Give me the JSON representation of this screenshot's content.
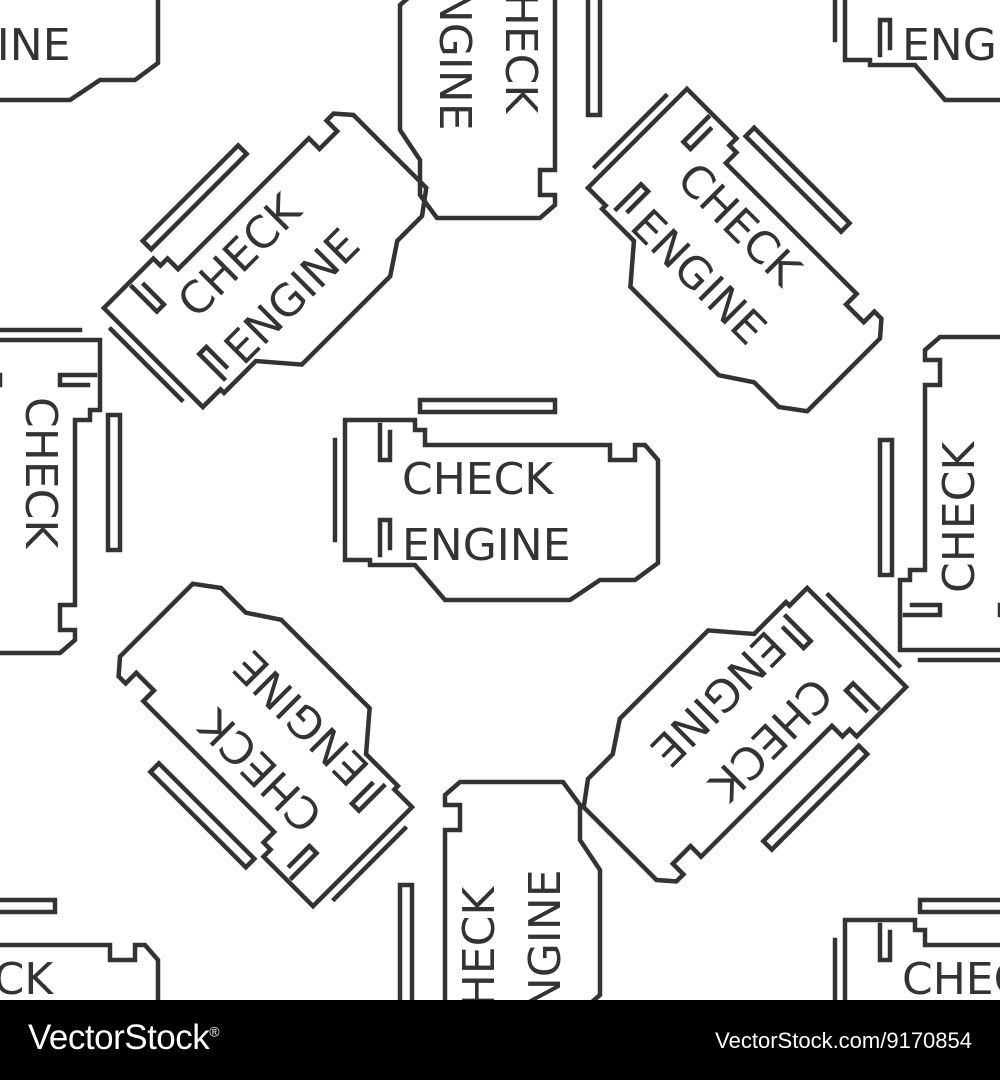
{
  "pattern": {
    "engine_label_line1": "CHECK",
    "engine_label_line2": "ENGINE",
    "icon_name": "check-engine-icon",
    "stroke_color": "#333333",
    "background_color": "#ffffff"
  },
  "footer": {
    "brand": "VectorStock",
    "brand_mark": "®",
    "url": "VectorStock.com/9170854",
    "background_color": "#000000",
    "text_color": "#ffffff"
  }
}
